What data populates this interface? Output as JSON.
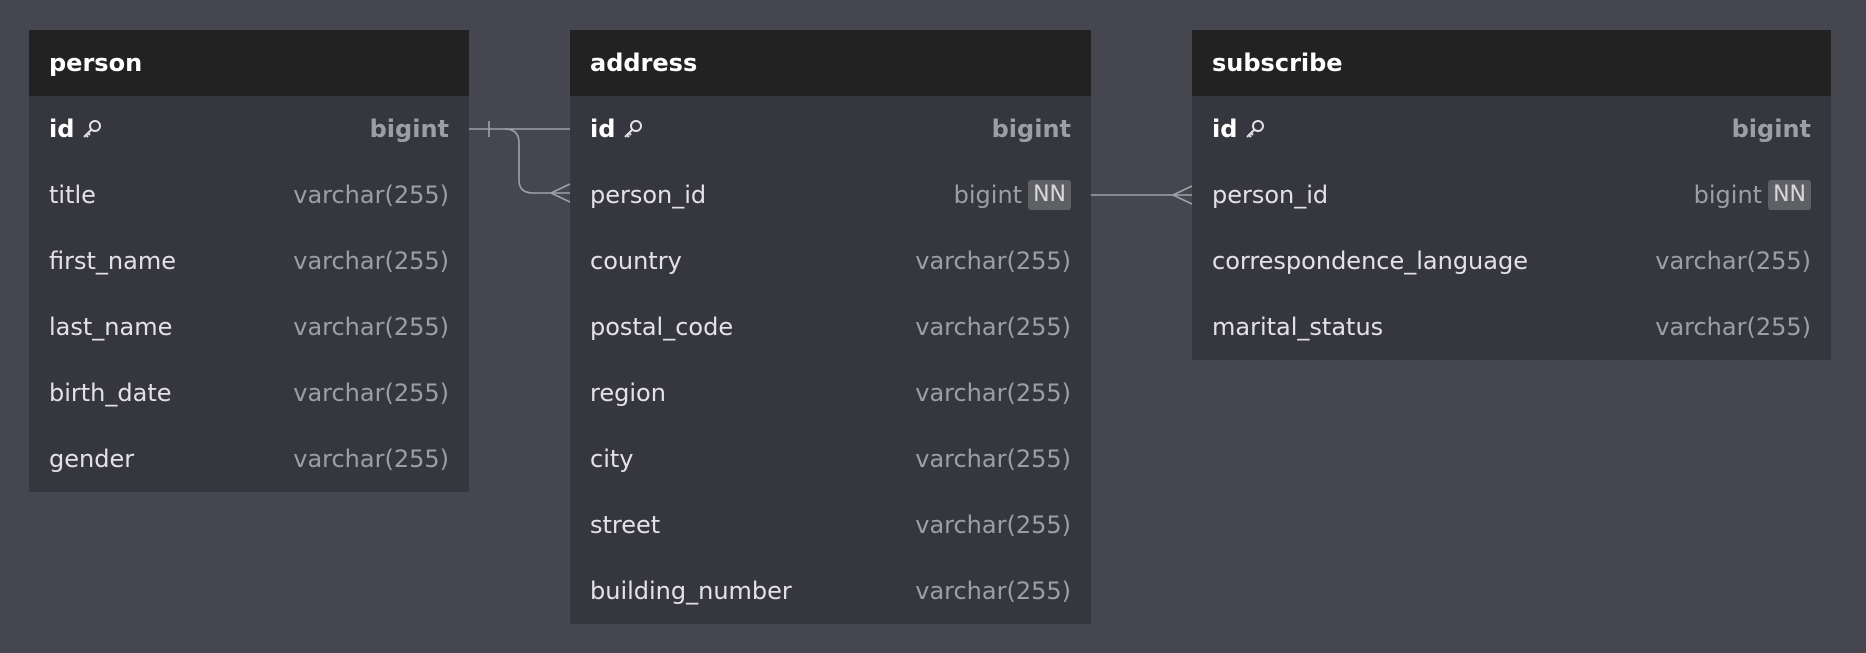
{
  "tables": [
    {
      "name": "person",
      "columns": [
        {
          "name": "id",
          "type": "bigint",
          "pk": true,
          "icon": "key-icon"
        },
        {
          "name": "title",
          "type": "varchar(255)"
        },
        {
          "name": "first_name",
          "type": "varchar(255)"
        },
        {
          "name": "last_name",
          "type": "varchar(255)"
        },
        {
          "name": "birth_date",
          "type": "varchar(255)"
        },
        {
          "name": "gender",
          "type": "varchar(255)"
        }
      ]
    },
    {
      "name": "address",
      "columns": [
        {
          "name": "id",
          "type": "bigint",
          "pk": true,
          "icon": "key-icon"
        },
        {
          "name": "person_id",
          "type": "bigint",
          "badge": "NN"
        },
        {
          "name": "country",
          "type": "varchar(255)"
        },
        {
          "name": "postal_code",
          "type": "varchar(255)"
        },
        {
          "name": "region",
          "type": "varchar(255)"
        },
        {
          "name": "city",
          "type": "varchar(255)"
        },
        {
          "name": "street",
          "type": "varchar(255)"
        },
        {
          "name": "building_number",
          "type": "varchar(255)"
        }
      ]
    },
    {
      "name": "subscribe",
      "columns": [
        {
          "name": "id",
          "type": "bigint",
          "pk": true,
          "icon": "key-icon"
        },
        {
          "name": "person_id",
          "type": "bigint",
          "badge": "NN"
        },
        {
          "name": "correspondence_language",
          "type": "varchar(255)"
        },
        {
          "name": "marital_status",
          "type": "varchar(255)"
        }
      ]
    }
  ],
  "relations": [
    {
      "from": "person.id",
      "to": "address.person_id",
      "from_end": "one",
      "to_end": "many"
    },
    {
      "from": "address.person_id",
      "to": "subscribe.person_id",
      "from_end": "none",
      "to_end": "many"
    }
  ],
  "colors": {
    "canvas": "#454650",
    "header": "#222222",
    "body": "#36373e",
    "connector": "#a0a1a8",
    "badge": "#5f6064"
  }
}
